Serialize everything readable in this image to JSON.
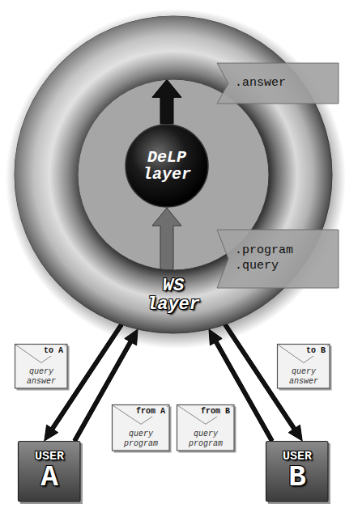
{
  "diagram": {
    "nodes": [
      {
        "text": [
          "WS layer"
        ]
      },
      {
        "text": [
          "DeLP layer"
        ],
        "in": 0
      },
      {
        "text": [
          ".answer"
        ]
      },
      {
        "text": [
          ".program",
          ".query"
        ]
      },
      {
        "text": [
          "to A",
          "query answer"
        ]
      },
      {
        "text": [
          "to B",
          "query answer"
        ]
      },
      {
        "text": [
          "from A",
          "query program"
        ]
      },
      {
        "text": [
          "from B",
          "query program"
        ]
      },
      {
        "text": [
          "USER",
          "A"
        ]
      },
      {
        "text": [
          "USER",
          "B"
        ]
      }
    ],
    "edges": [
      {
        "from": 1,
        "to": 0,
        "arrow": "to"
      },
      {
        "from": 0,
        "to": 1,
        "arrow": "to"
      },
      {
        "from": 0,
        "to": 8,
        "arrow": "to"
      },
      {
        "from": 8,
        "to": 0,
        "arrow": "to"
      },
      {
        "from": 0,
        "to": 9,
        "arrow": "to"
      },
      {
        "from": 9,
        "to": 0,
        "arrow": "to"
      }
    ]
  }
}
